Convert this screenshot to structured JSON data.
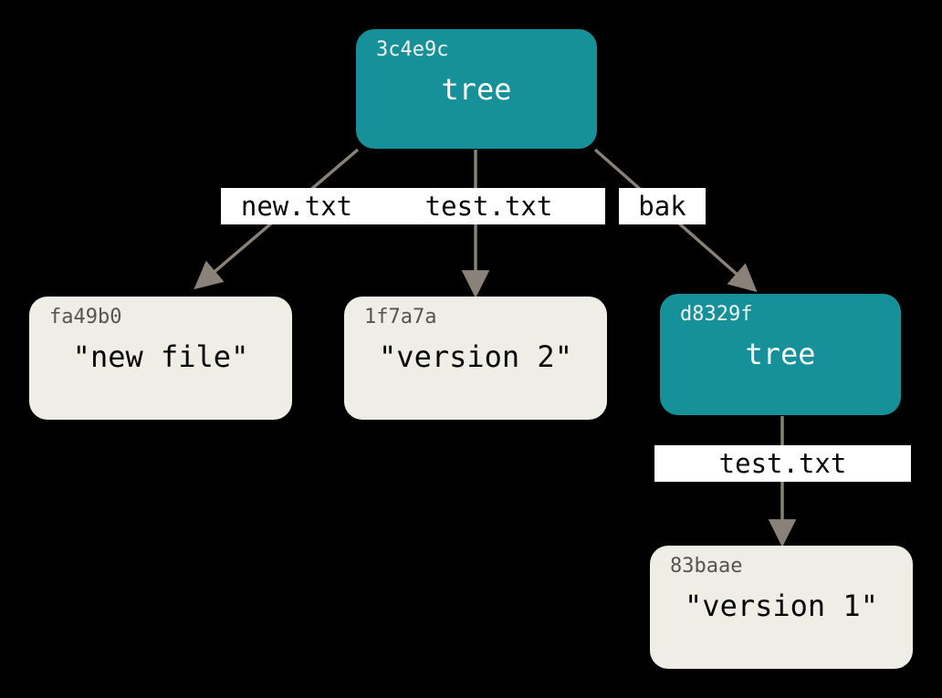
{
  "diagram": {
    "title": "git-tree-objects",
    "background_color": "#000000",
    "tree_color": "#16919a",
    "blob_color": "#eeeee6",
    "edge_color": "#8a8279",
    "label_bg_color": "#ffffff"
  },
  "nodes": [
    {
      "id": "root-tree",
      "hash": "3c4e9c",
      "content": "tree",
      "kind": "tree"
    },
    {
      "id": "blob-new",
      "hash": "fa49b0",
      "content": "\"new file\"",
      "kind": "blob"
    },
    {
      "id": "blob-version2",
      "hash": "1f7a7a",
      "content": "\"version 2\"",
      "kind": "blob"
    },
    {
      "id": "sub-tree",
      "hash": "d8329f",
      "content": "tree",
      "kind": "tree"
    },
    {
      "id": "blob-version1",
      "hash": "83baae",
      "content": "\"version 1\"",
      "kind": "blob"
    }
  ],
  "edges": [
    {
      "id": "edge-new",
      "label": "new.txt",
      "from": "root-tree",
      "to": "blob-new"
    },
    {
      "id": "edge-test-top",
      "label": "test.txt",
      "from": "root-tree",
      "to": "blob-version2"
    },
    {
      "id": "edge-bak",
      "label": "bak",
      "from": "root-tree",
      "to": "sub-tree"
    },
    {
      "id": "edge-test-sub",
      "label": "test.txt",
      "from": "sub-tree",
      "to": "blob-version1"
    }
  ]
}
